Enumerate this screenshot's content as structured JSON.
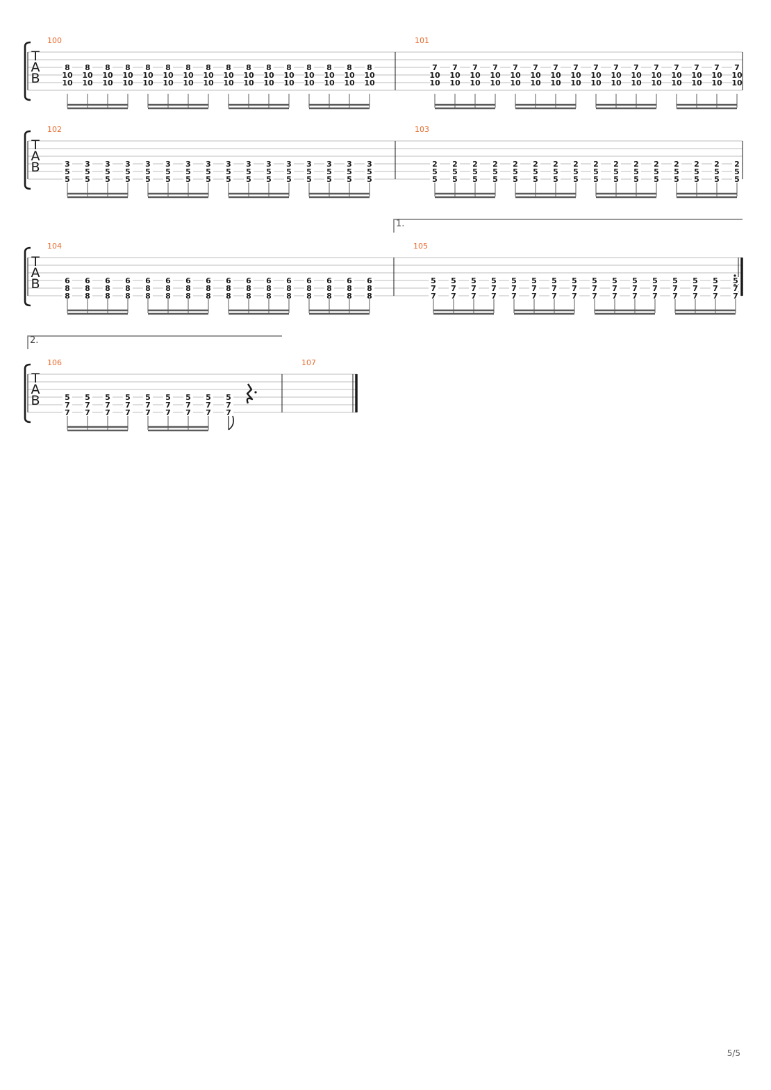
{
  "page_number": "5/5",
  "clef": {
    "letters": [
      "T",
      "A",
      "B"
    ]
  },
  "colors": {
    "measure_number": "#e8692c",
    "ink": "#1a1a1a",
    "staff_line": "#bdbdbd",
    "beam": "#5a5a5a",
    "volta": "#777777"
  },
  "systems": [
    {
      "measures": [
        {
          "number": "100",
          "groups": 4,
          "notes_per_group": 4,
          "chord": [
            "8",
            "10",
            "10"
          ],
          "strings": [
            3,
            4,
            5
          ]
        },
        {
          "number": "101",
          "groups": 4,
          "notes_per_group": 4,
          "chord": [
            "7",
            "10",
            "10"
          ],
          "strings": [
            3,
            4,
            5
          ]
        }
      ]
    },
    {
      "measures": [
        {
          "number": "102",
          "groups": 4,
          "notes_per_group": 4,
          "chord": [
            "3",
            "5",
            "5"
          ],
          "strings": [
            4,
            5,
            6
          ]
        },
        {
          "number": "103",
          "groups": 4,
          "notes_per_group": 4,
          "chord": [
            "2",
            "5",
            "5"
          ],
          "strings": [
            4,
            5,
            6
          ]
        }
      ]
    },
    {
      "volta": {
        "label": "1.",
        "over_measure": 1
      },
      "measures": [
        {
          "number": "104",
          "groups": 4,
          "notes_per_group": 4,
          "chord": [
            "6",
            "8",
            "8"
          ],
          "strings": [
            4,
            5,
            6
          ]
        },
        {
          "number": "105",
          "groups": 4,
          "notes_per_group": 4,
          "chord": [
            "5",
            "7",
            "7"
          ],
          "strings": [
            4,
            5,
            6
          ],
          "end": "repeat"
        }
      ]
    },
    {
      "volta": {
        "label": "2.",
        "over_measure": 0
      },
      "measures": [
        {
          "number": "106",
          "groups": 2,
          "notes_per_group": 4,
          "chord": [
            "5",
            "7",
            "7"
          ],
          "strings": [
            4,
            5,
            6
          ],
          "trailing_eighth": true,
          "rest": "dotted-quarter"
        },
        {
          "number": "107",
          "groups": 0,
          "notes_per_group": 0,
          "chord": [],
          "strings": [],
          "end": "final"
        }
      ]
    }
  ]
}
